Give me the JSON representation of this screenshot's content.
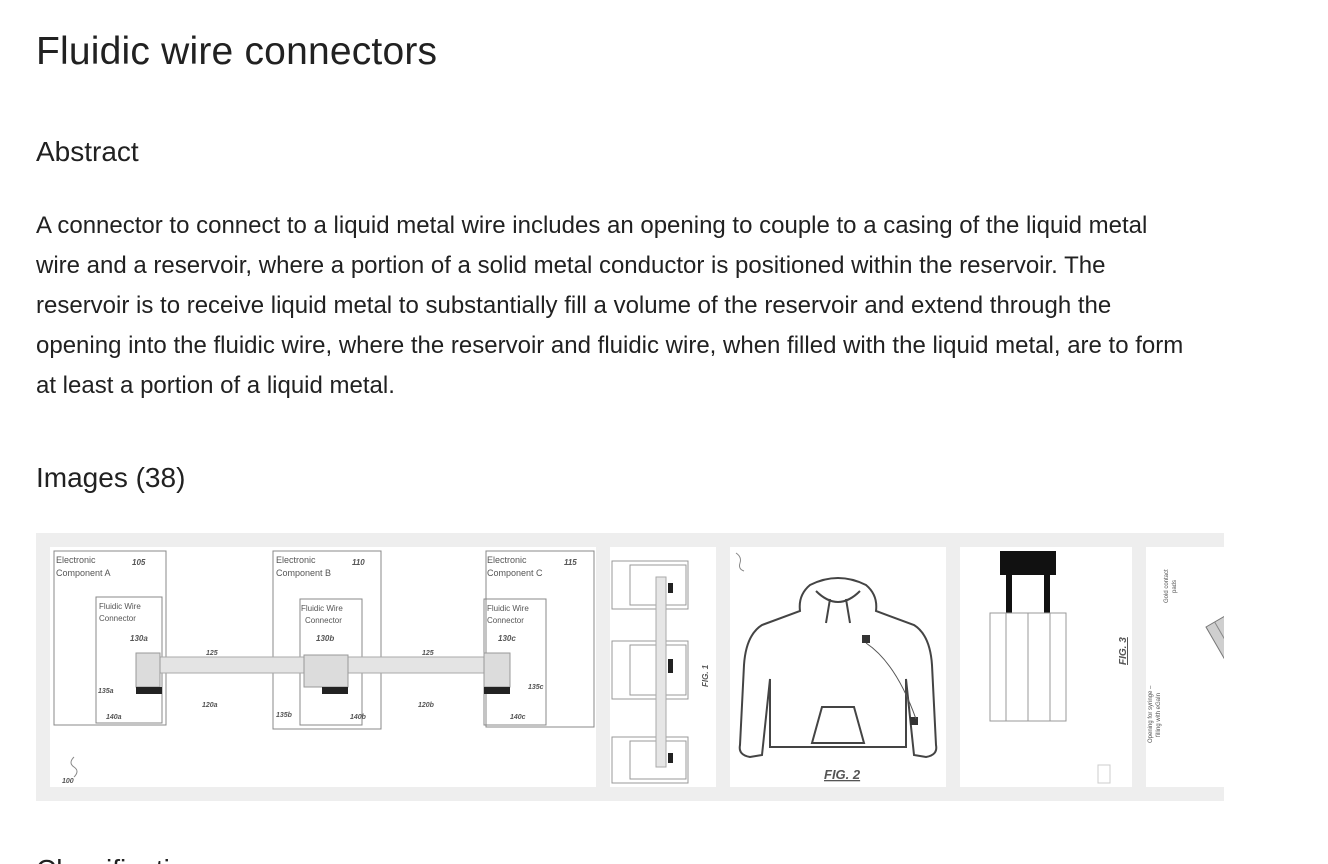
{
  "title": "Fluidic wire connectors",
  "abstract": {
    "heading": "Abstract",
    "text": "A connector to connect to a liquid metal wire includes an opening to couple to a casing of the liquid metal wire and a reservoir, where a portion of a solid metal conductor is positioned within the reservoir. The reservoir is to receive liquid metal to substantially fill a volume of the reservoir and extend through the opening into the fluidic wire, where the reservoir and fluidic wire, when filled with the liquid metal, are to form at least a portion of a liquid metal."
  },
  "images": {
    "heading": "Images (38)",
    "fig1": {
      "comp_a": "Electronic",
      "comp_a2": "Component A",
      "comp_a_ref": "105",
      "comp_b": "Electronic",
      "comp_b2": "Component B",
      "comp_b_ref": "110",
      "comp_c": "Electronic",
      "comp_c2": "Component C",
      "comp_c_ref": "115",
      "fwc": "Fluidic Wire",
      "fwc2": "Connector",
      "ref_130a": "130a",
      "ref_130b": "130b",
      "ref_130c": "130c",
      "ref_135a": "135a",
      "ref_135b": "135b",
      "ref_135c": "135c",
      "ref_140a": "140a",
      "ref_140b": "140b",
      "ref_140c": "140c",
      "ref_120a": "120a",
      "ref_120b": "120b",
      "ref_125a": "125",
      "ref_125b": "125",
      "ref_100": "100"
    },
    "fig_small_label": "FIG. 1",
    "fig2_label": "FIG. 2",
    "fig3_label": "FIG. 3",
    "fig5_text1": "Gold contact",
    "fig5_text2": "pads",
    "fig5_text3": "Opening for syringe –",
    "fig5_text4": "filling with eGaIn"
  },
  "next_heading": "Classifications"
}
